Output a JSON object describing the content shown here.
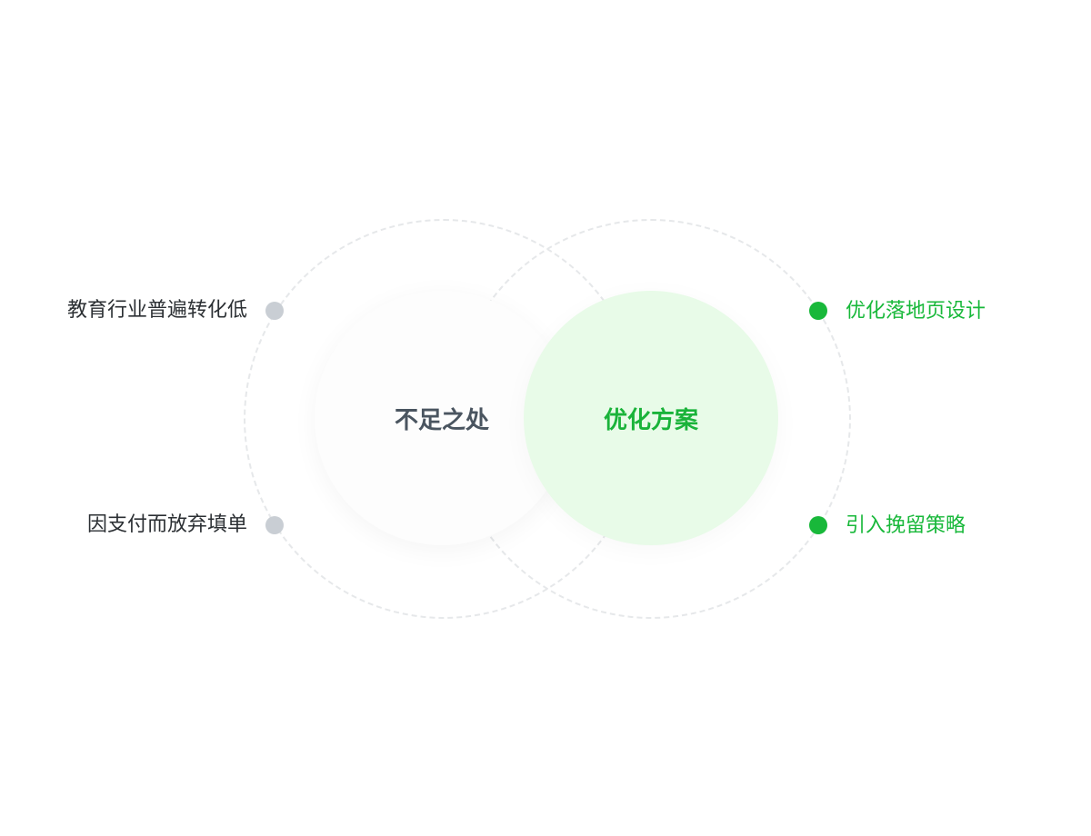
{
  "diagram": {
    "left_circle": {
      "title": "不足之处"
    },
    "right_circle": {
      "title": "优化方案"
    },
    "left_points": [
      {
        "label": "教育行业普遍转化低"
      },
      {
        "label": "因支付而放弃填单"
      }
    ],
    "right_points": [
      {
        "label": "优化落地页设计"
      },
      {
        "label": "引入挽留策略"
      }
    ]
  },
  "colors": {
    "accent_green": "#18b83a",
    "light_green_fill": "#e8fbe8",
    "gray_dot": "#c9ced4",
    "dark_text": "#2b2f33",
    "circle_text_gray": "#4a5560",
    "dashed_ring": "#e6e8ea"
  }
}
